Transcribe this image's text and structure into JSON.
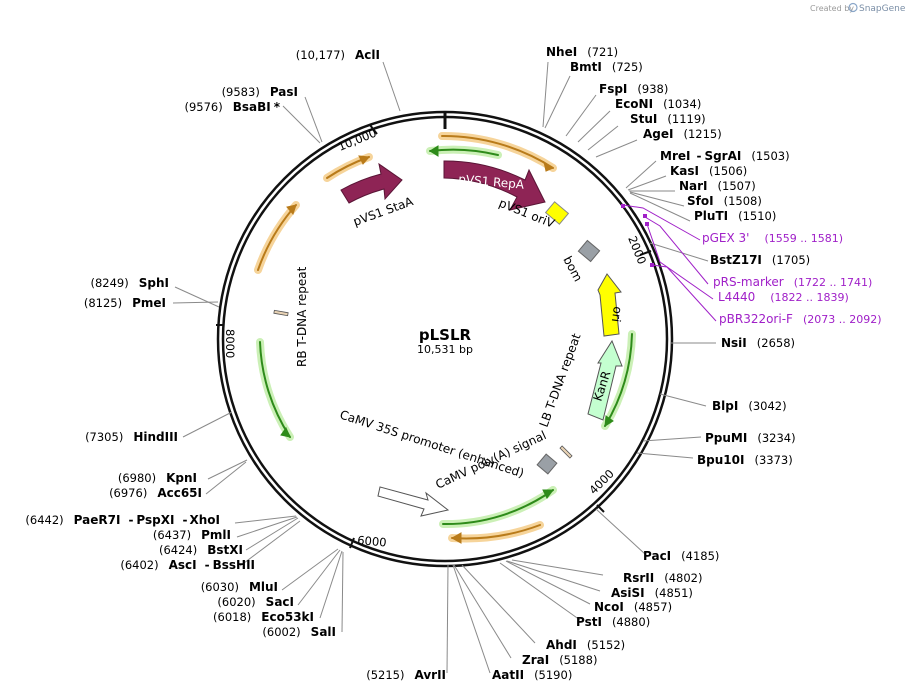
{
  "credit": {
    "prefix": "Created by",
    "brand": "SnapGene"
  },
  "plasmid": {
    "name": "pLSLR",
    "length": "10,531 bp"
  },
  "ticks": [
    "10,000",
    "2000",
    "4000",
    "6000",
    "8000"
  ],
  "colors": {
    "text": "#000000",
    "primer": "#a020c8",
    "line": "#8a8a8a",
    "backbone": "#000000"
  },
  "features": {
    "staA": "pVS1 StaA",
    "repA": "pVS1 RepA",
    "oriV": "pVS1 oriV",
    "bom": "bom",
    "ori": "ori",
    "kanR": "KanR",
    "lb": "LB T-DNA repeat",
    "rb": "RB T-DNA repeat",
    "polyA": "CaMV poly(A) signal",
    "promoter": "CaMV 35S promoter (enhanced)"
  },
  "sites_right": [
    {
      "name": "NheI",
      "pos": "(721)"
    },
    {
      "name": "BmtI",
      "pos": "(725)"
    },
    {
      "name": "FspI",
      "pos": "(938)"
    },
    {
      "name": "EcoNI",
      "pos": "(1034)"
    },
    {
      "name": "StuI",
      "pos": "(1119)"
    },
    {
      "name": "AgeI",
      "pos": "(1215)"
    },
    {
      "name": "MreI",
      "sep": "-",
      "name2": "SgrAI",
      "pos": "(1503)"
    },
    {
      "name": "KasI",
      "pos": "(1506)"
    },
    {
      "name": "NarI",
      "pos": "(1507)"
    },
    {
      "name": "SfoI",
      "pos": "(1508)"
    },
    {
      "name": "PluTI",
      "pos": "(1510)"
    },
    {
      "name": "BstZ17I",
      "pos": "(1705)"
    },
    {
      "name": "NsiI",
      "pos": "(2658)"
    },
    {
      "name": "BlpI",
      "pos": "(3042)"
    },
    {
      "name": "PpuMI",
      "pos": "(3234)"
    },
    {
      "name": "Bpu10I",
      "pos": "(3373)"
    },
    {
      "name": "PacI",
      "pos": "(4185)"
    },
    {
      "name": "RsrII",
      "pos": "(4802)"
    },
    {
      "name": "AsiSI",
      "pos": "(4851)"
    },
    {
      "name": "NcoI",
      "pos": "(4857)"
    },
    {
      "name": "PstI",
      "pos": "(4880)"
    },
    {
      "name": "AhdI",
      "pos": "(5152)"
    },
    {
      "name": "ZraI",
      "pos": "(5188)"
    },
    {
      "name": "AatII",
      "pos": "(5190)"
    }
  ],
  "primers": [
    {
      "name": "pGEX 3'",
      "pos": "(1559 .. 1581)"
    },
    {
      "name": "pRS-marker",
      "pos": "(1722 .. 1741)"
    },
    {
      "name": "L4440",
      "pos": "(1822 .. 1839)"
    },
    {
      "name": "pBR322ori-F",
      "pos": "(2073 .. 2092)"
    }
  ],
  "sites_left": [
    {
      "name": "AclI",
      "pos": "(10,177)"
    },
    {
      "name": "PasI",
      "pos": "(9583)"
    },
    {
      "name": "BsaBI",
      "mark": "*",
      "pos": "(9576)"
    },
    {
      "name": "SphI",
      "pos": "(8249)"
    },
    {
      "name": "PmeI",
      "pos": "(8125)"
    },
    {
      "name": "HindIII",
      "pos": "(7305)"
    },
    {
      "name": "KpnI",
      "pos": "(6980)"
    },
    {
      "name": "Acc65I",
      "pos": "(6976)"
    },
    {
      "name": "PaeR7I",
      "sep": "-",
      "name2": "PspXI",
      "sep2": "-",
      "name3": "XhoI",
      "pos": "(6442)"
    },
    {
      "name": "PmlI",
      "pos": "(6437)"
    },
    {
      "name": "BstXI",
      "pos": "(6424)"
    },
    {
      "name": "AscI",
      "sep": "-",
      "name2": "BssHII",
      "pos": "(6402)"
    },
    {
      "name": "MluI",
      "pos": "(6030)"
    },
    {
      "name": "SacI",
      "pos": "(6020)"
    },
    {
      "name": "Eco53kI",
      "pos": "(6018)"
    },
    {
      "name": "SalI",
      "pos": "(6002)"
    },
    {
      "name": "AvrII",
      "pos": "(5215)"
    }
  ]
}
